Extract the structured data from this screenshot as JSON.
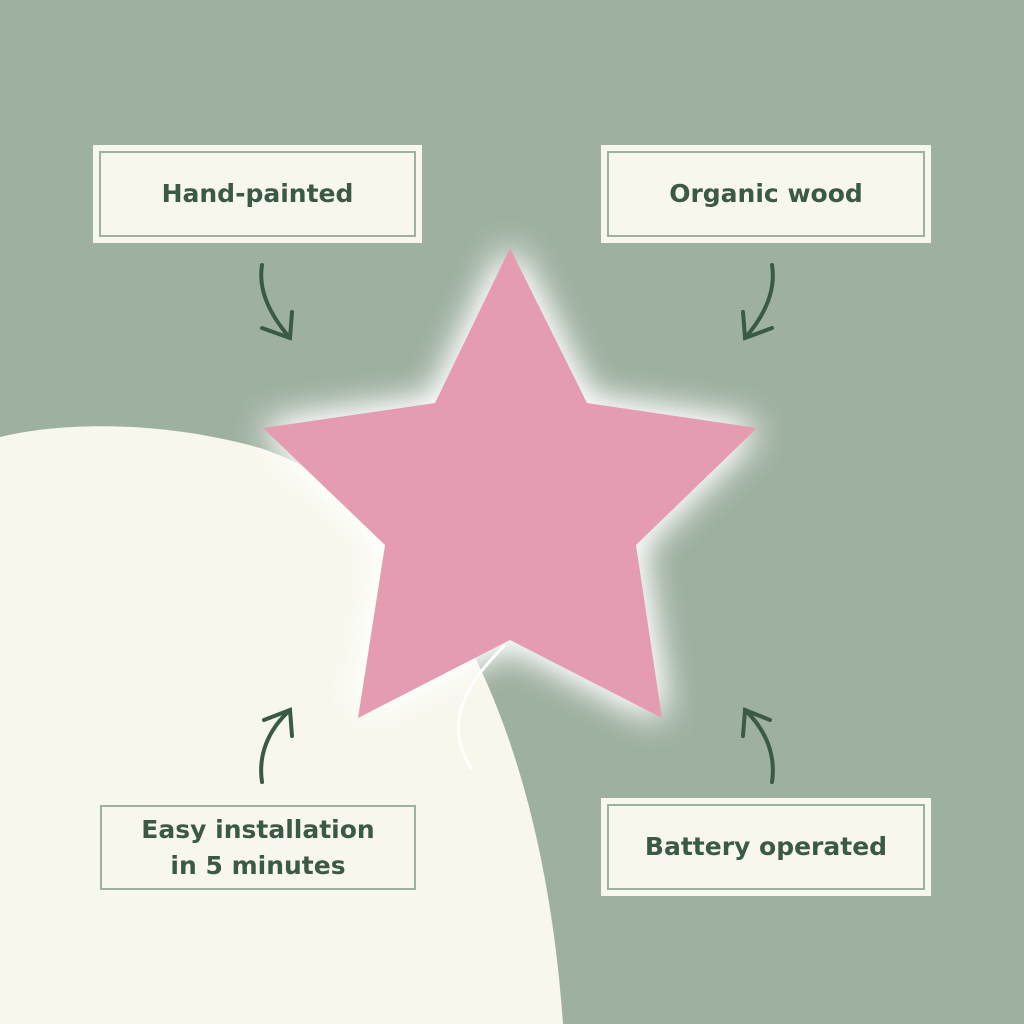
{
  "features": [
    {
      "label": "Hand-painted"
    },
    {
      "label": "Organic wood"
    },
    {
      "label_line1": "Easy installation",
      "label_line2": "in 5 minutes"
    },
    {
      "label": "Battery operated"
    }
  ],
  "colors": {
    "background": "#9eb0a0",
    "cream": "#f7f7ec",
    "text": "#3b5a44",
    "star": "#e59bb0"
  }
}
